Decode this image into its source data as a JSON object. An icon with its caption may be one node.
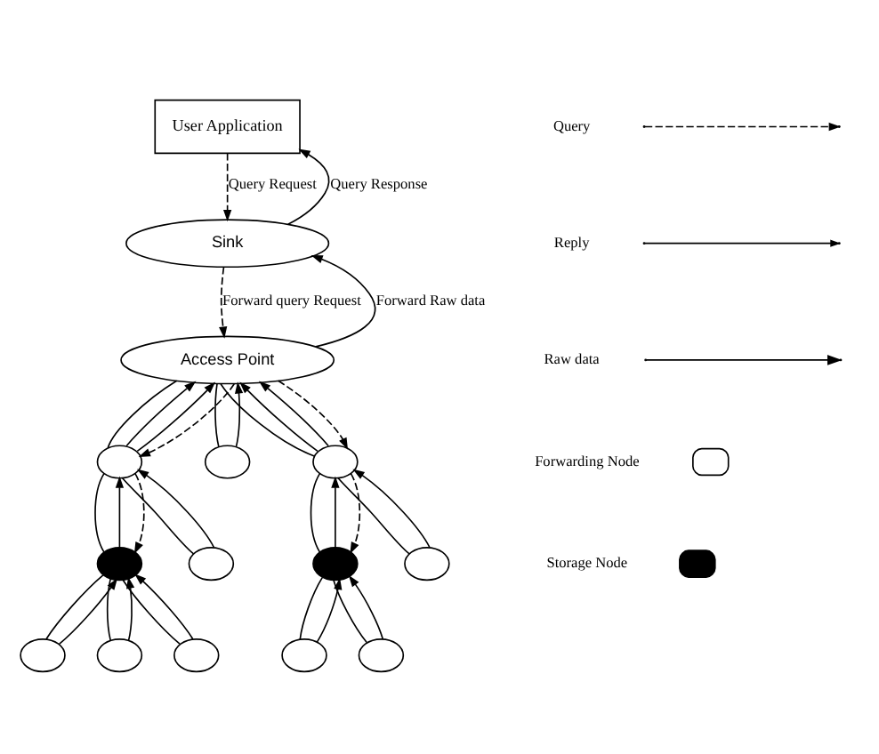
{
  "diagram": {
    "nodes": [
      {
        "text": [
          "User Application"
        ]
      },
      {
        "text": [
          "Sink"
        ]
      },
      {
        "text": [
          "Access Point"
        ]
      },
      {
        "text": [],
        "shape": "circle"
      },
      {
        "text": [],
        "shape": "circle"
      },
      {
        "text": [],
        "shape": "circle"
      },
      {
        "text": [],
        "shape": "circle"
      },
      {
        "text": [],
        "shape": "circle"
      },
      {
        "text": [],
        "shape": "circle"
      },
      {
        "text": [],
        "shape": "circle"
      },
      {
        "text": [],
        "shape": "circle"
      },
      {
        "text": [],
        "shape": "circle"
      },
      {
        "text": [],
        "shape": "circle"
      },
      {
        "text": [],
        "shape": "circle"
      },
      {
        "text": [],
        "shape": "circle"
      }
    ],
    "edges": [
      {
        "from": 1,
        "to": 0,
        "arrow": "to",
        "label": "Query Response"
      },
      {
        "from": 0,
        "to": 1,
        "arrow": "to",
        "style": "dashed",
        "label": "Query Request"
      },
      {
        "from": 2,
        "to": 1,
        "arrow": "to",
        "label": "Forward Raw data"
      },
      {
        "from": 1,
        "to": 2,
        "arrow": "to",
        "style": "dashed",
        "label": "Forward query Request"
      },
      {
        "from": 2,
        "to": 3,
        "arrow": "none"
      },
      {
        "from": 3,
        "to": 2,
        "arrow": "to"
      },
      {
        "from": 3,
        "to": 2,
        "arrow": "to"
      },
      {
        "from": 2,
        "to": 3,
        "arrow": "to",
        "style": "dashed"
      },
      {
        "from": 3,
        "to": 5,
        "arrow": "none"
      },
      {
        "from": 5,
        "to": 3,
        "arrow": "to"
      },
      {
        "from": 3,
        "to": 4,
        "arrow": "none"
      },
      {
        "from": 4,
        "to": 3,
        "arrow": "to"
      },
      {
        "from": 3,
        "to": 4,
        "arrow": "to",
        "style": "dashed"
      },
      {
        "from": 4,
        "to": 7,
        "arrow": "none"
      },
      {
        "from": 7,
        "to": 4,
        "arrow": "to"
      },
      {
        "from": 4,
        "to": 8,
        "arrow": "none"
      },
      {
        "from": 8,
        "to": 4,
        "arrow": "to"
      },
      {
        "from": 4,
        "to": 9,
        "arrow": "none"
      },
      {
        "from": 9,
        "to": 4,
        "arrow": "to"
      },
      {
        "from": 2,
        "to": 6,
        "arrow": "none"
      },
      {
        "from": 6,
        "to": 2,
        "arrow": "to"
      },
      {
        "from": 2,
        "to": 10,
        "arrow": "none"
      },
      {
        "from": 10,
        "to": 2,
        "arrow": "to"
      },
      {
        "from": 10,
        "to": 2,
        "arrow": "to"
      },
      {
        "from": 2,
        "to": 10,
        "arrow": "to",
        "style": "dashed"
      },
      {
        "from": 10,
        "to": 12,
        "arrow": "none"
      },
      {
        "from": 12,
        "to": 10,
        "arrow": "to"
      },
      {
        "from": 10,
        "to": 11,
        "arrow": "none"
      },
      {
        "from": 11,
        "to": 10,
        "arrow": "to"
      },
      {
        "from": 10,
        "to": 11,
        "arrow": "to",
        "style": "dashed"
      },
      {
        "from": 11,
        "to": 13,
        "arrow": "none"
      },
      {
        "from": 13,
        "to": 11,
        "arrow": "to"
      },
      {
        "from": 11,
        "to": 14,
        "arrow": "none"
      },
      {
        "from": 14,
        "to": 11,
        "arrow": "to"
      }
    ],
    "legend": [
      {
        "text": "Query"
      },
      {
        "text": "Reply"
      },
      {
        "text": "Raw data"
      },
      {
        "text": "Forwarding Node",
        "color": "#ffffff"
      },
      {
        "text": "Storage Node",
        "color": "#000000"
      }
    ]
  }
}
